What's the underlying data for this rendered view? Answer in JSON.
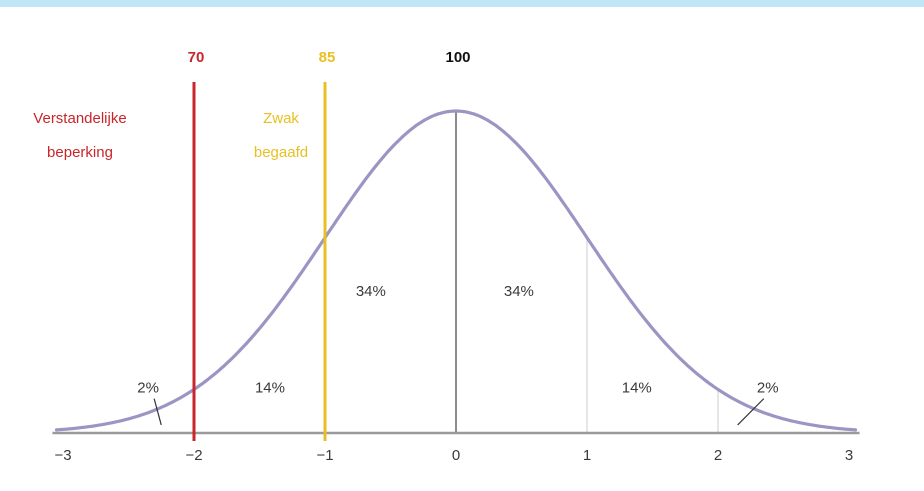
{
  "chart_data": {
    "type": "line",
    "title": "",
    "xlabel": "",
    "ylabel": "",
    "xlim": [
      -3.05,
      3.05
    ],
    "x_ticks": [
      -3,
      -2,
      -1,
      0,
      1,
      2,
      3
    ],
    "x_tick_labels": [
      "−3",
      "−2",
      "−1",
      "0",
      "1",
      "2",
      "3"
    ],
    "series": [
      {
        "distribution": "normal",
        "mean": 0,
        "sd": 1,
        "color": "#9b95c4"
      }
    ],
    "region_labels": [
      {
        "text": "34%",
        "x": -0.65,
        "y": 0.17
      },
      {
        "text": "34%",
        "x": 0.48,
        "y": 0.17
      },
      {
        "text": "14%",
        "x": -1.42,
        "y": 0.05
      },
      {
        "text": "14%",
        "x": 1.38,
        "y": 0.05
      },
      {
        "text": "2%",
        "x": -2.35,
        "y": 0.05,
        "pointer_to": [
          -2.25,
          0.01
        ]
      },
      {
        "text": "2%",
        "x": 2.38,
        "y": 0.05,
        "pointer_to": [
          2.15,
          0.01
        ]
      }
    ],
    "reference_lines": [
      {
        "x": -2,
        "score": "70",
        "label_lines": [
          "Verstandelijke",
          "beperking"
        ],
        "color": "#c8262a"
      },
      {
        "x": -1,
        "score": "85",
        "label_lines": [
          "Zwak",
          "begaafd"
        ],
        "color": "#e8c021"
      },
      {
        "x": 0,
        "score": "100",
        "label_lines": [],
        "color": "#111111"
      }
    ],
    "guide_lines_x": [
      -1,
      0,
      1,
      2
    ],
    "colors": {
      "curve": "#9b95c4",
      "axis": "#9a9a9a",
      "center_line": "#8c8c8c",
      "guide": "#d6d6d6",
      "top_band": "#bfe6f7"
    }
  }
}
